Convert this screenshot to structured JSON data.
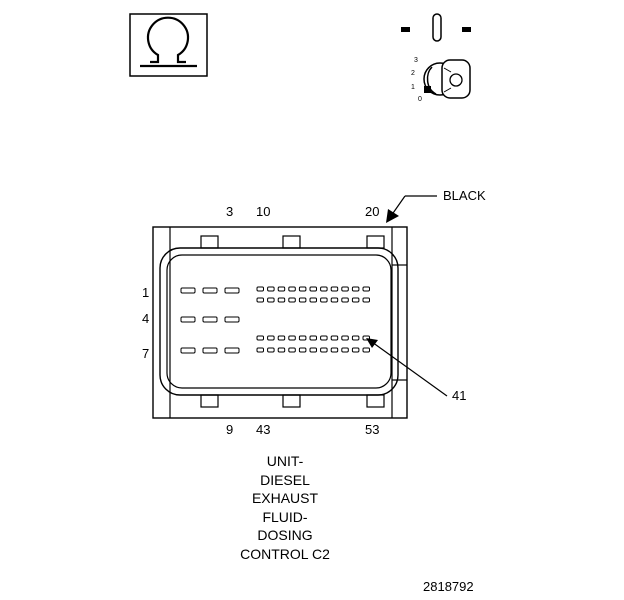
{
  "color_label": "BLACK",
  "top_pin_labels": [
    "3",
    "10",
    "20"
  ],
  "bottom_pin_labels": [
    "9",
    "43",
    "53"
  ],
  "row_labels": [
    "1",
    "4",
    "7"
  ],
  "callout_label": "41",
  "key_positions": [
    "3",
    "2",
    "1",
    "0"
  ],
  "caption_lines": [
    "UNIT-",
    "DIESEL",
    "EXHAUST",
    "FLUID-",
    "DOSING",
    "CONTROL C2"
  ],
  "figure_id": "2818792",
  "icons": [
    "ohm-meter-icon",
    "ignition-off-icon",
    "ignition-key-icon",
    "arrow-icon"
  ]
}
